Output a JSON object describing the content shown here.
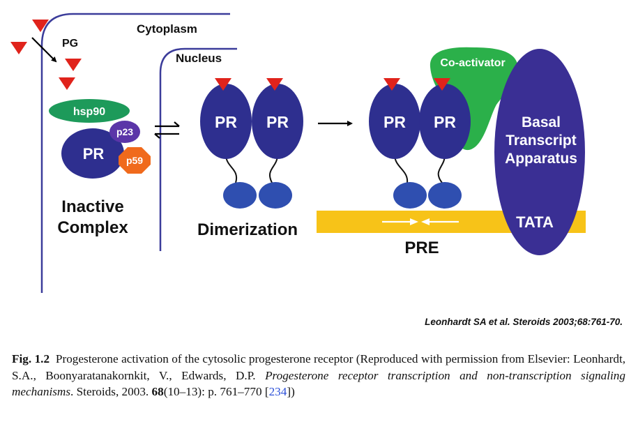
{
  "diagram": {
    "compartments": {
      "cytoplasm": "Cytoplasm",
      "nucleus": "Nucleus"
    },
    "ligand": "PG",
    "inactive_complex": {
      "hsp90": "hsp90",
      "p23": "p23",
      "pr": "PR",
      "p59": "p59",
      "title_line1": "Inactive",
      "title_line2": "Complex"
    },
    "dimerization": {
      "pr_left": "PR",
      "pr_right": "PR",
      "title": "Dimerization"
    },
    "active": {
      "pr_left": "PR",
      "pr_right": "PR",
      "coactivator": "Co-activator",
      "basal_line1": "Basal",
      "basal_line2": "Transcript",
      "basal_line3": "Apparatus",
      "tata": "TATA",
      "pre": "PRE"
    },
    "colors": {
      "membrane": "#3b3c9a",
      "ligand": "#e0231b",
      "pr": "#2e2f8f",
      "dbd": "#2f4fb0",
      "hsp90": "#1d9a5a",
      "p23": "#5b35a8",
      "p59": "#f06a1c",
      "coactivator": "#2bb04a",
      "basal": "#3a2f94",
      "dna": "#f7c318"
    }
  },
  "citation": "Leonhardt SA et al. Steroids 2003;68:761-70.",
  "caption": {
    "label": "Fig. 1.2",
    "text_before": "Progesterone activation of the cytosolic progesterone receptor (Reproduced with permis­sion from Elsevier: Leonhardt, S.A., Boonyaratanakornkit, V., Edwards, D.P. ",
    "italic_title": "Progesterone recep­tor transcription and non-transcription signaling mechanisms",
    "text_middle": ". Steroids, 2003. ",
    "volume": "68",
    "text_after": "(10–13): p. 761–770 [",
    "ref": "234",
    "text_end": "])"
  }
}
